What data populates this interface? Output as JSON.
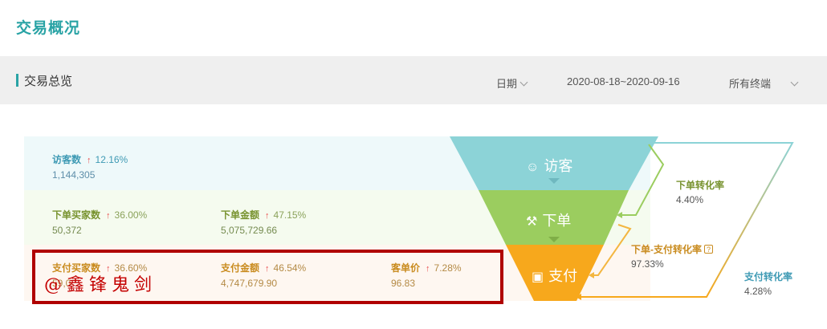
{
  "page": {
    "title": "交易概况"
  },
  "toolbar": {
    "section_title": "交易总览",
    "date_label": "日期",
    "date_range": "2020-08-18~2020-09-16",
    "terminal_label": "所有终端"
  },
  "visit": {
    "label": "访客数",
    "pct": "12.16%",
    "value": "1,144,305"
  },
  "order": {
    "buyers_label": "下单买家数",
    "buyers_pct": "36.00%",
    "buyers_value": "50,372",
    "amount_label": "下单金额",
    "amount_pct": "47.15%",
    "amount_value": "5,075,729.66"
  },
  "pay": {
    "buyers_label": "支付买家数",
    "buyers_pct": "36.60%",
    "buyers_value": "59,0",
    "amount_label": "支付金额",
    "amount_pct": "46.54%",
    "amount_value": "4,747,679.90",
    "unit_label": "客单价",
    "unit_pct": "7.28%",
    "unit_value": "96.83"
  },
  "funnel": {
    "visit_label": "访客",
    "order_label": "下单",
    "pay_label": "支付",
    "colors": {
      "visit": "#8cd3d7",
      "order": "#9bcd5f",
      "pay": "#f7a81c"
    }
  },
  "rates": {
    "order_rate_label": "下单转化率",
    "order_rate_value": "4.40%",
    "pay_rate_label": "下单-支付转化率",
    "pay_rate_value": "97.33%",
    "total_rate_label": "支付转化率",
    "total_rate_value": "4.28%"
  },
  "watermark": {
    "text": "@鑫锋鬼剑"
  },
  "icons": {
    "up": "arrow-up-icon",
    "user": "user-icon",
    "hammer": "hammer-icon",
    "wallet": "wallet-icon"
  }
}
